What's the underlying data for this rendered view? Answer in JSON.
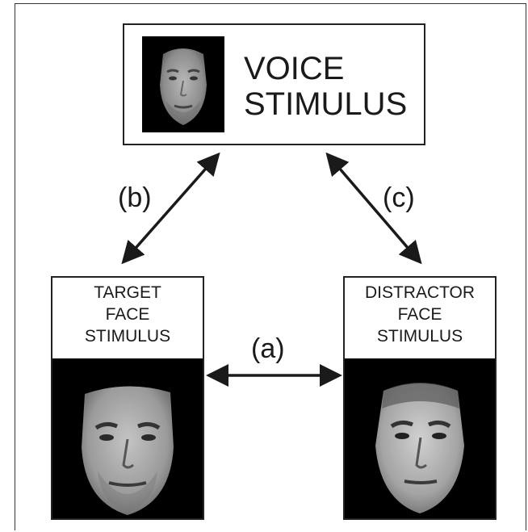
{
  "voice": {
    "label_line1": "VOICE",
    "label_line2": "STIMULUS"
  },
  "target": {
    "line1": "TARGET",
    "line2": "FACE",
    "line3": "STIMULUS"
  },
  "distractor": {
    "line1": "DISTRACTOR",
    "line2": "FACE",
    "line3": "STIMULUS"
  },
  "links": {
    "a": "(a)",
    "b": "(b)",
    "c": "(c)"
  },
  "colors": {
    "background": "#ffffff",
    "photo_background": "#000000",
    "stroke": "#1a1a1a"
  },
  "icons": {
    "voice_photo": "male-face-photo",
    "target_photo": "male-face-photo",
    "distractor_photo": "male-face-photo"
  }
}
